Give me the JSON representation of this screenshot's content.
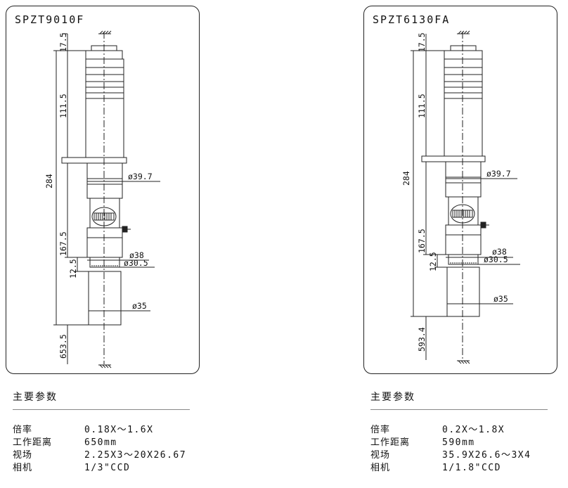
{
  "left": {
    "model": "SPZT9010F",
    "dims": {
      "top": "17.5",
      "upper": "111.5",
      "total": "284",
      "lower": "167.5",
      "gap": "12.5",
      "bottom": "653.5",
      "d1": "ø39.7",
      "d2": "ø38",
      "d3": "ø30.5",
      "d4": "ø35"
    },
    "params_title": "主要参数",
    "params": [
      {
        "label": "倍率",
        "value": "0.18X～1.6X"
      },
      {
        "label": "工作距离",
        "value": "650mm"
      },
      {
        "label": "视场",
        "value": "2.25X3～20X26.67"
      },
      {
        "label": "相机",
        "value": "1/3\"CCD"
      }
    ]
  },
  "right": {
    "model": "SPZT6130FA",
    "dims": {
      "top": "17.5",
      "upper": "111.5",
      "total": "284",
      "lower": "167.5",
      "gap": "12.5",
      "bottom": "593.4",
      "d1": "ø39.7",
      "d2": "ø38",
      "d3": "ø30.5",
      "d4": "ø35"
    },
    "params_title": "主要参数",
    "params": [
      {
        "label": "倍率",
        "value": "0.2X～1.8X"
      },
      {
        "label": "工作距离",
        "value": "590mm"
      },
      {
        "label": "视场",
        "value": "35.9X26.6～3X4"
      },
      {
        "label": "相机",
        "value": "1/1.8\"CCD"
      }
    ]
  }
}
